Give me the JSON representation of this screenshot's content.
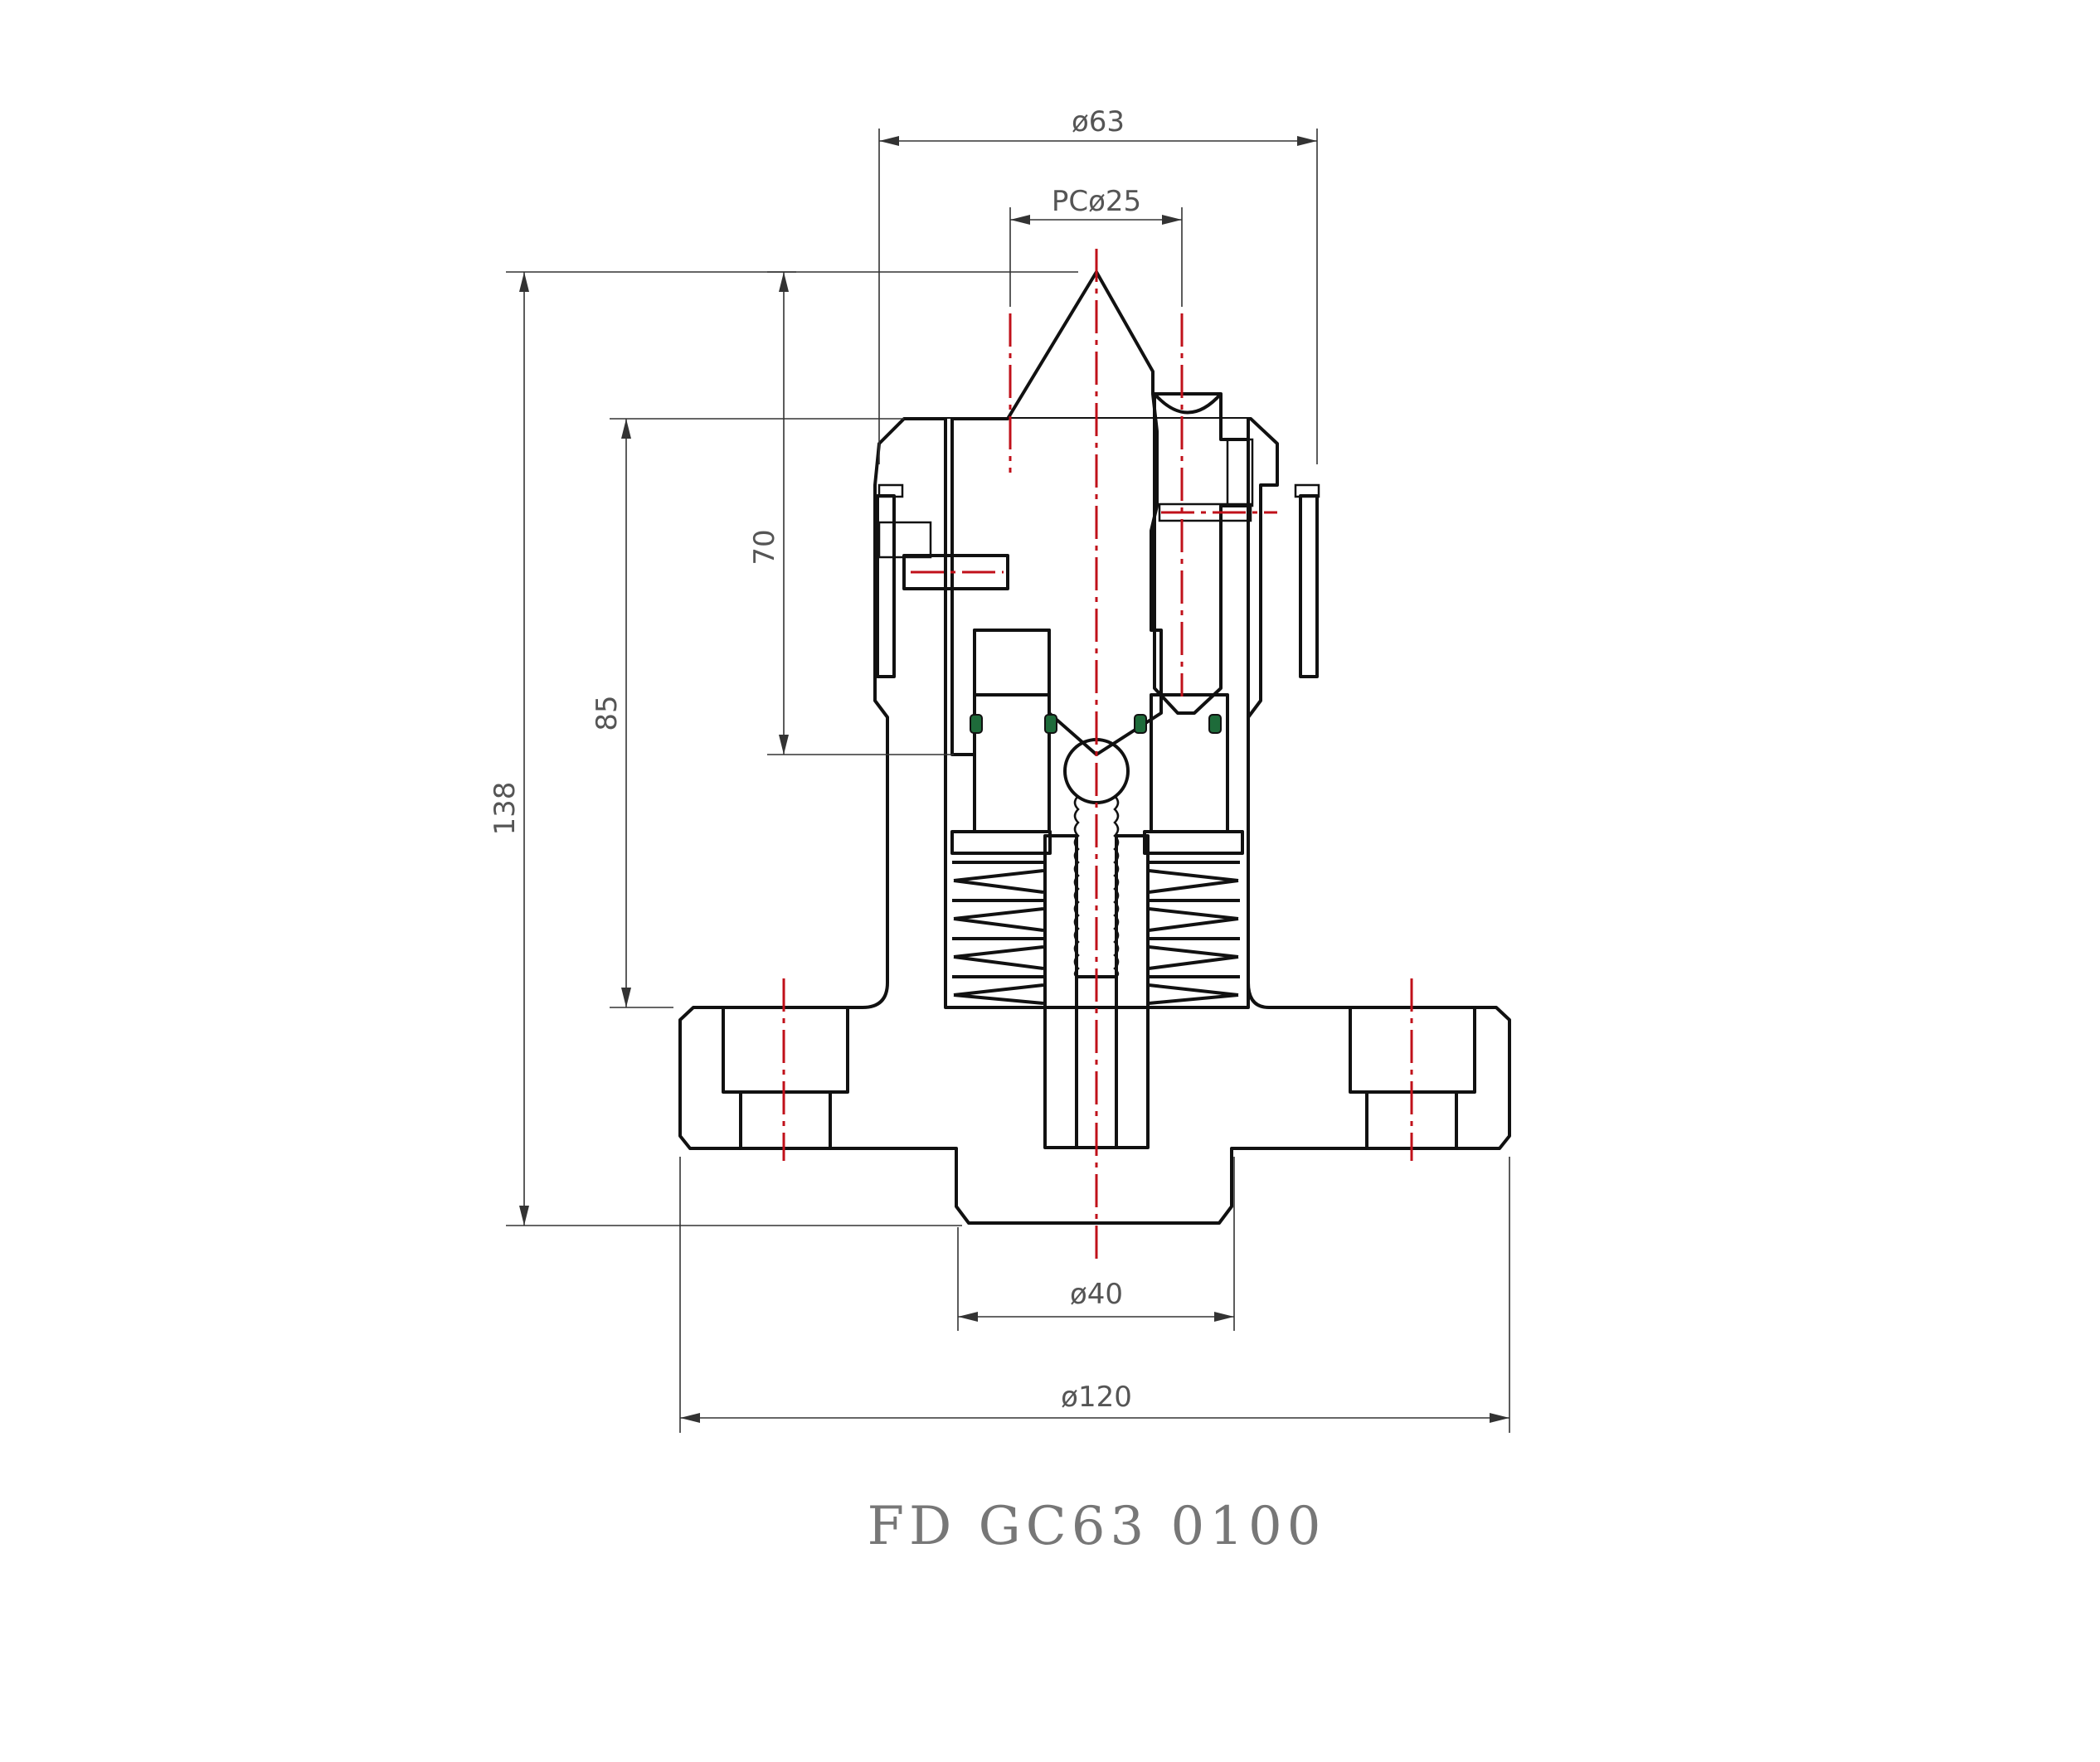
{
  "title": "FD GC63 0100",
  "dimensions": {
    "top_diameter": "ø63",
    "pitch_circle": "PCø25",
    "height_total": "138",
    "height_85": "85",
    "height_70": "70",
    "bottom_diameter": "ø40",
    "flange_diameter": "ø120"
  },
  "colors": {
    "body_hatch": "#b4232a",
    "plunger_hatch": "#2e7d4f",
    "pin_hatch": "#d8823a",
    "sleeve_hatch": "#2c3e8f",
    "center_line": "#c0101a",
    "dimension_text": "#555555"
  }
}
